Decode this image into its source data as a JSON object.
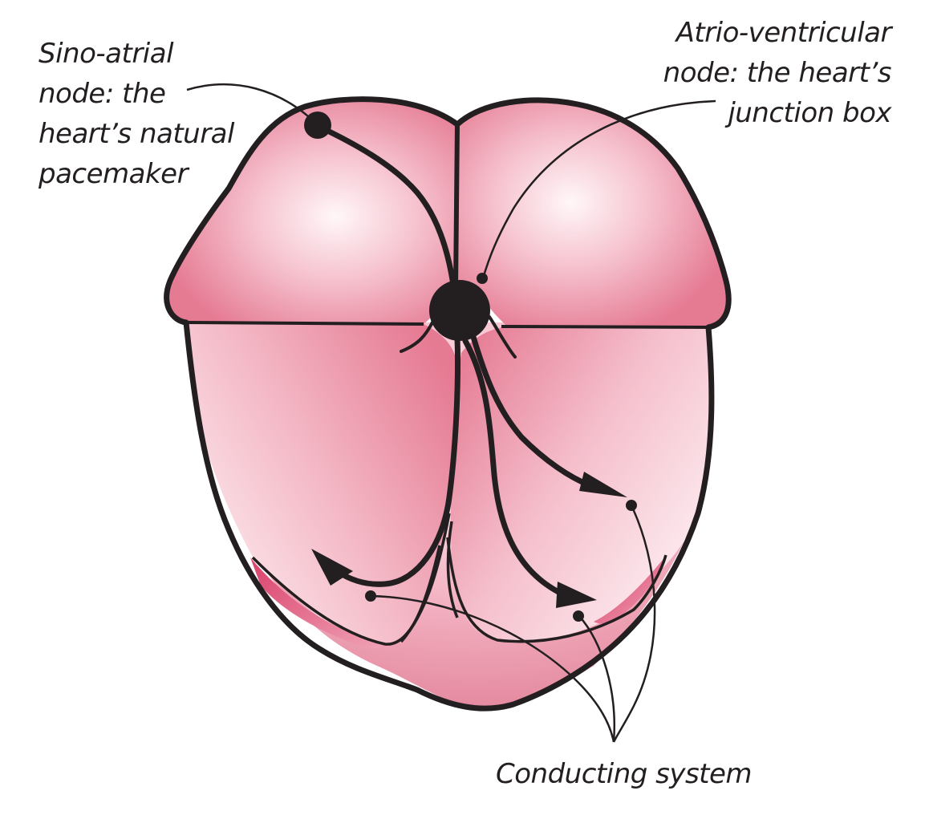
{
  "labels": {
    "sinoatrial": [
      "Sino-atrial",
      "node: the",
      "heart’s natural",
      "pacemaker"
    ],
    "atrioventricular": [
      "Atrio-ventricular",
      "node: the heart’s",
      "junction box"
    ],
    "conducting_system": "Conducting system"
  },
  "colors": {
    "outline": "#231f20",
    "fill_light": "#fde8ec",
    "fill_mid": "#f3b7c4",
    "fill_dark": "#e7748f",
    "fill_deep": "#e0577a"
  }
}
